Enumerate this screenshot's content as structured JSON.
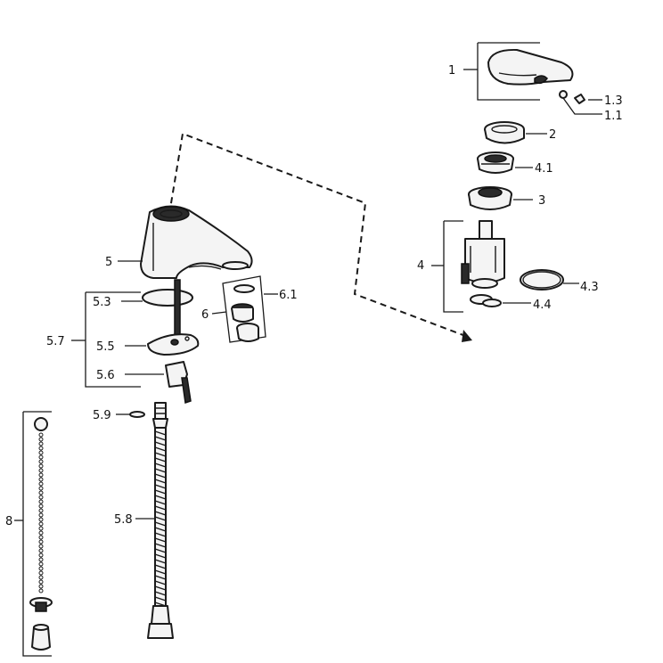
{
  "labels": {
    "l1": "1",
    "l1_3": "1.3",
    "l1_1": "1.1",
    "l2": "2",
    "l4_1": "4.1",
    "l3": "3",
    "l4": "4",
    "l4_3": "4.3",
    "l4_4": "4.4",
    "l5": "5",
    "l6_1": "6.1",
    "l6": "6",
    "l5_3": "5.3",
    "l5_7": "5.7",
    "l5_5": "5.5",
    "l5_6": "5.6",
    "l5_9": "5.9",
    "l8": "8",
    "l5_8": "5.8"
  }
}
